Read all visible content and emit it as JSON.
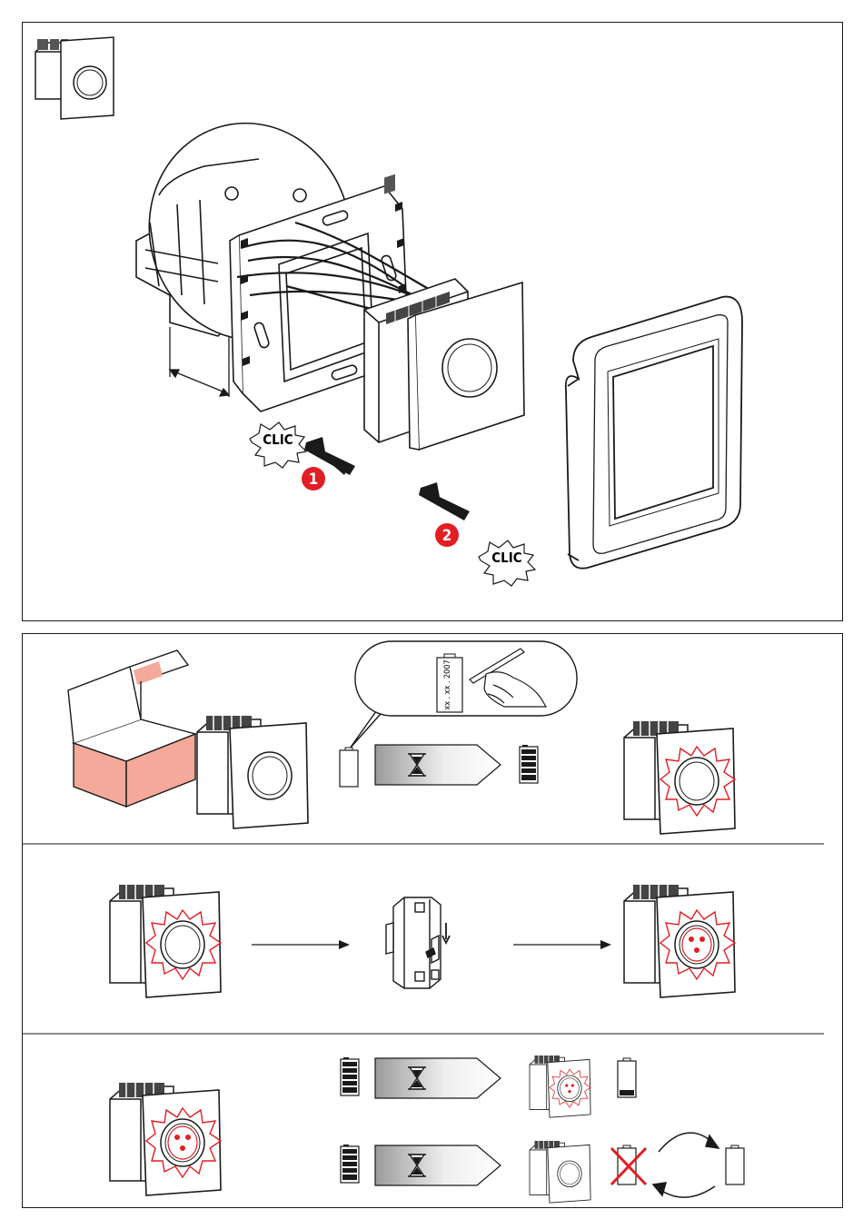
{
  "installation": {
    "clic_1": "CLIC",
    "clic_2": "CLIC",
    "step_1": "1",
    "step_2": "2"
  },
  "battery_label": {
    "date_text": "xx . xx . 2007"
  },
  "colors": {
    "accent_red": "#e31e24",
    "box_pink": "#f4a99a",
    "line": "#1a1a1a"
  },
  "icons": [
    "device-icon",
    "mounting-box-icon",
    "frame-icon",
    "cover-plate-icon",
    "arrow-icon",
    "box-icon",
    "battery-icon",
    "hourglass-progress-icon",
    "hand-writing-icon",
    "circuit-breaker-icon",
    "cross-icon",
    "swap-arrows-icon"
  ]
}
